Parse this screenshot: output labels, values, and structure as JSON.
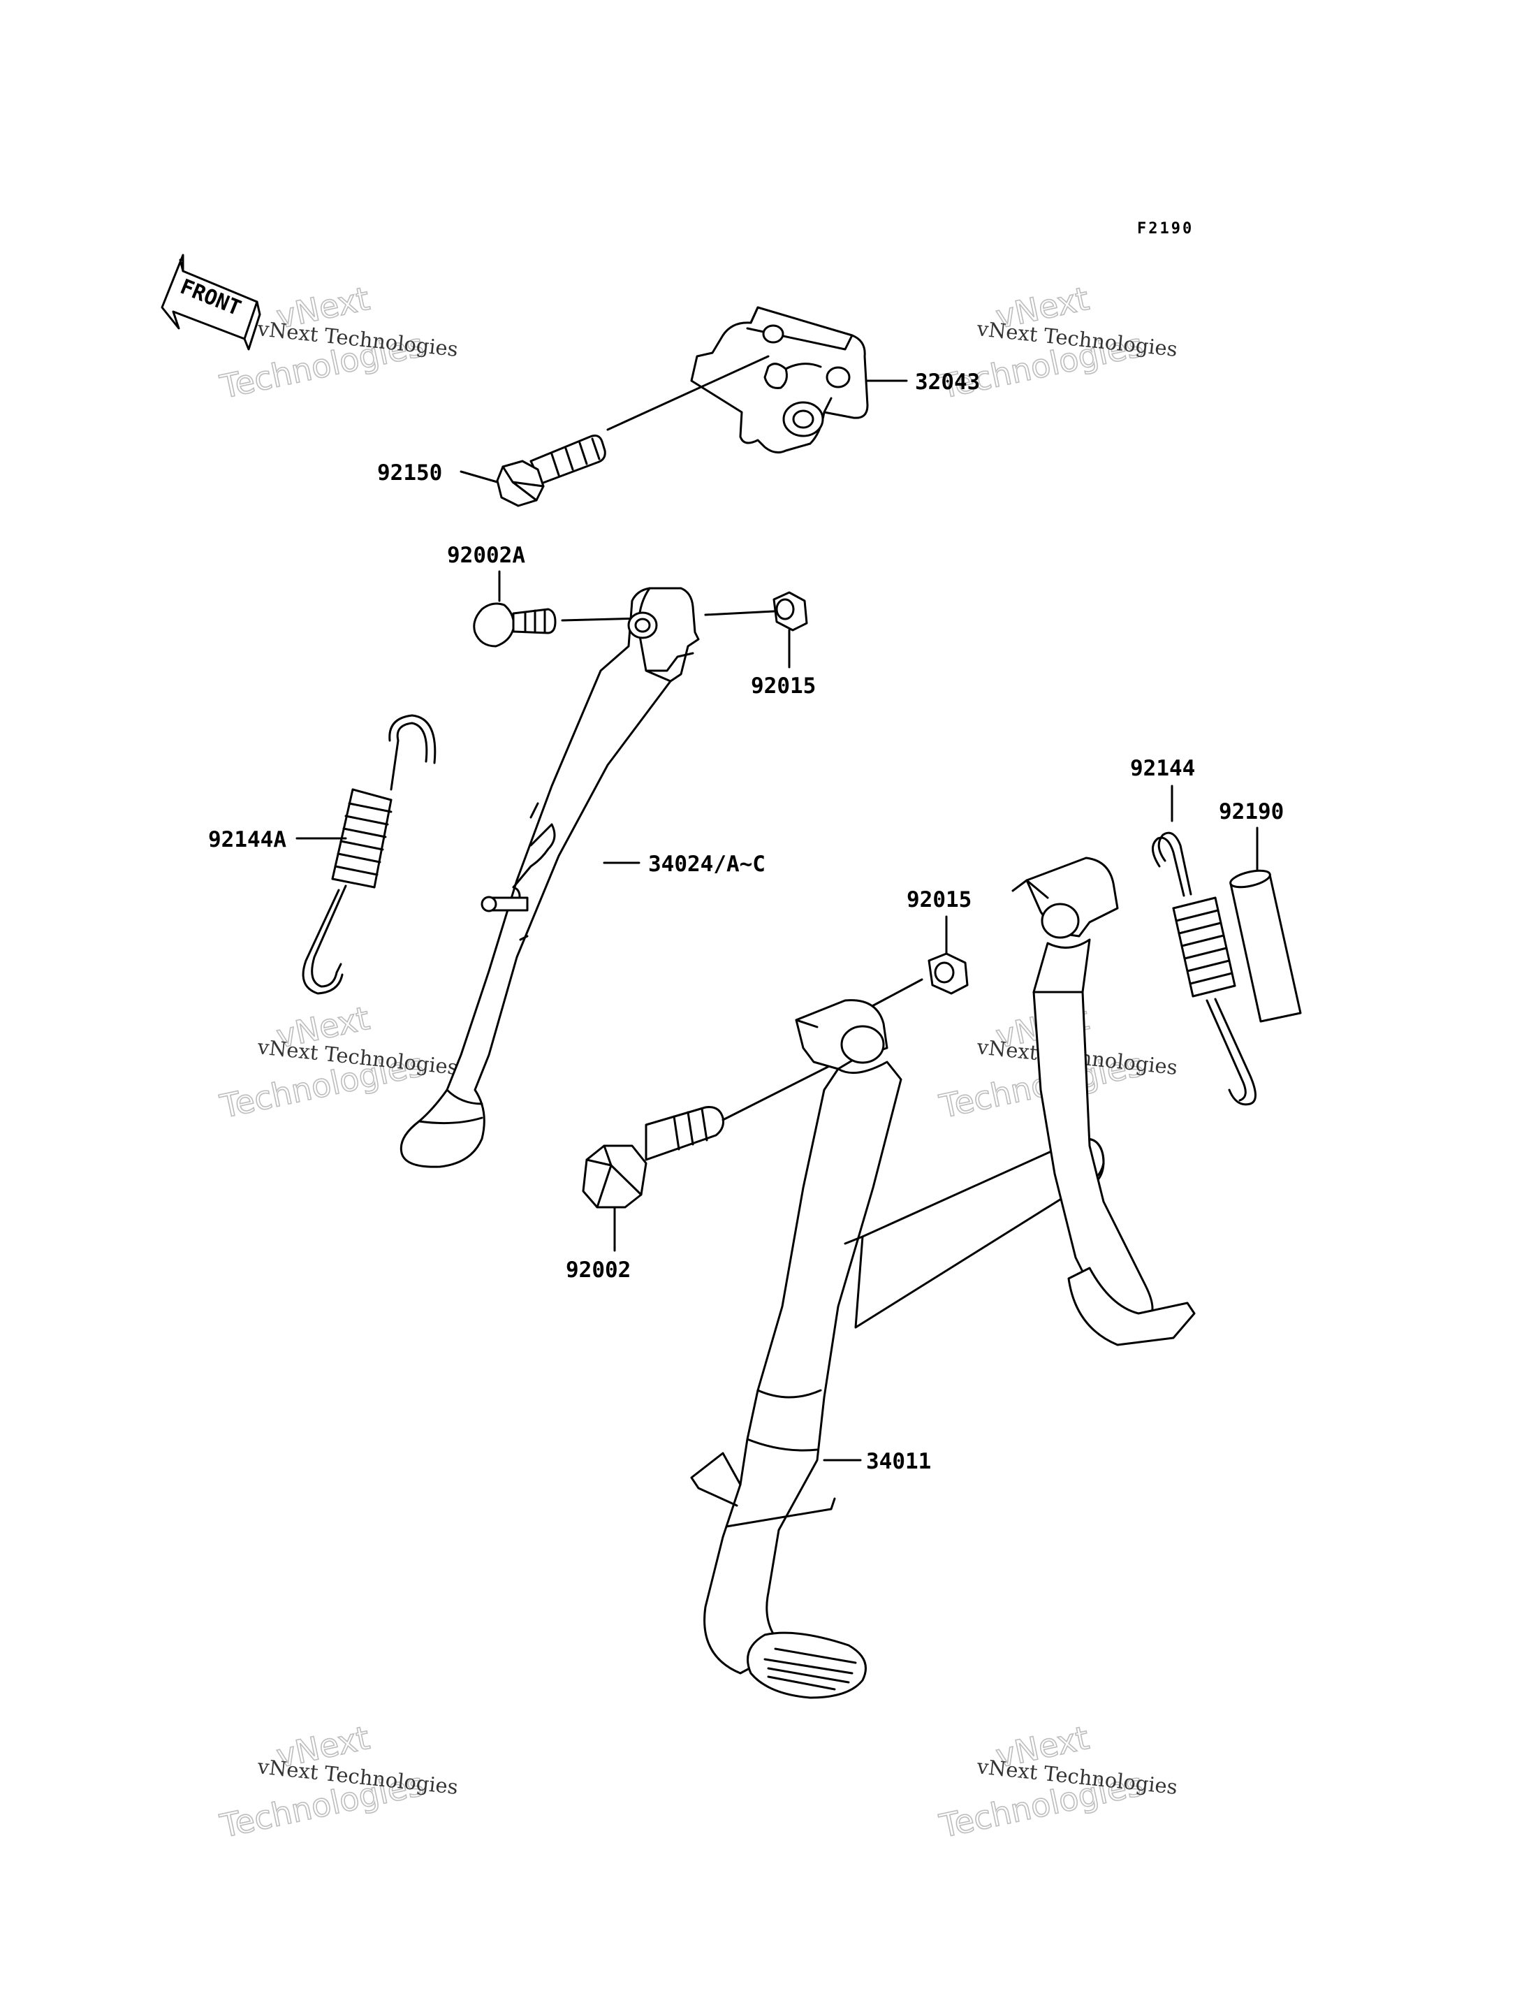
{
  "figure_code": "F2190",
  "front_label": "FRONT",
  "watermark": {
    "line_small": "vNext Technologies",
    "line_big_1": "vNext",
    "line_big_2": "Technologies"
  },
  "parts": {
    "bracket": "32043",
    "bracket_bolt": "92150",
    "side_stand_bolt": "92002A",
    "side_stand_nut": "92015",
    "side_stand_spring": "92144A",
    "side_stand": "34024/A~C",
    "main_stand_nut": "92015",
    "main_stand_bolt": "92002",
    "main_stand": "34011",
    "main_stand_spring": "92144",
    "collar": "92190"
  }
}
